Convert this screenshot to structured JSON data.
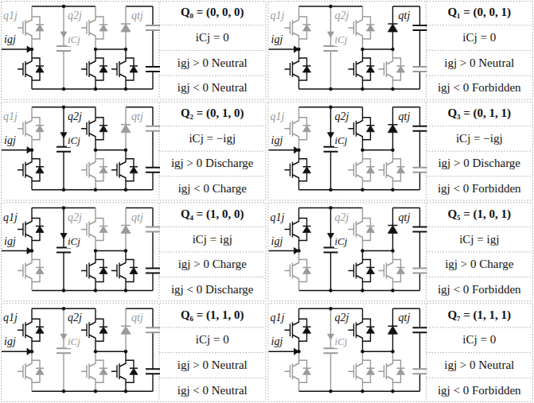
{
  "diagram": {
    "labels": [
      "q1j",
      "igj",
      "q2j",
      "iCj",
      "qtj",
      "Q₀ = (0, 0, 0)",
      "iCj = 0",
      "igj > 0 Neutral",
      "igj < 0 Neutral",
      "q1j",
      "igj",
      "q2j",
      "iCj",
      "qtj",
      "Q₁ = (0, 0, 1)",
      "iCj = 0",
      "igj > 0 Neutral",
      "igj < 0 Forbidden",
      "q1j",
      "igj",
      "q2j",
      "iCj",
      "qtj",
      "Q₂ = (0, 1, 0)",
      "iCj = −igj",
      "igj > 0 Discharge",
      "igj < 0 Charge",
      "q1j",
      "igj",
      "q2j",
      "iCj",
      "qtj",
      "Q₃ = (0, 1, 1)",
      "iCj = −igj",
      "igj > 0 Discharge",
      "igj < 0 Forbidden",
      "q1j",
      "igj",
      "q2j",
      "iCj",
      "qtj",
      "Q₄ = (1, 0, 0)",
      "iCj = igj",
      "igj > 0 Charge",
      "igj < 0 Discharge",
      "q1j",
      "igj",
      "q2j",
      "iCj",
      "qtj",
      "Q₅ = (1, 0, 1)",
      "iCj = igj",
      "igj > 0 Charge",
      "igj < 0 Forbidden",
      "q1j",
      "igj",
      "q2j",
      "iCj",
      "qtj",
      "Q₆ = (1, 1, 0)",
      "iCj = 0",
      "igj > 0 Neutral",
      "igj < 0 Neutral",
      "q1j",
      "igj",
      "q2j",
      "iCj",
      "qtj",
      "Q₇ = (1, 1, 1)",
      "iCj = 0",
      "igj > 0 Neutral",
      "igj < 0 Forbidden"
    ]
  }
}
